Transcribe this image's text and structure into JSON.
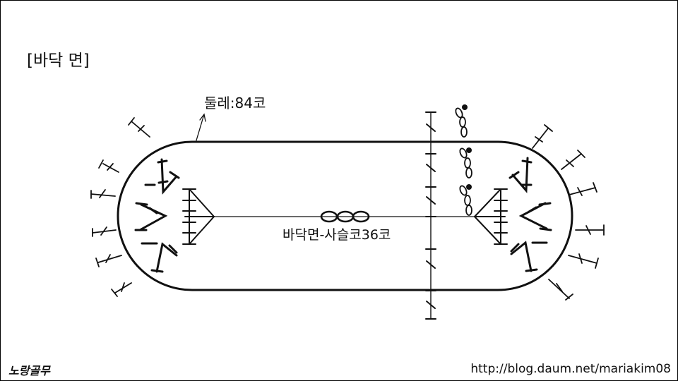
{
  "title": "[바닥 면]",
  "circumference_label": "둘레:84코",
  "chain_label": "바닥면-사슬코36코",
  "brand": "노랑골무",
  "url": "http://blog.daum.net/mariakim08",
  "colors": {
    "ink": "#111111",
    "background": "#ffffff"
  },
  "icons": [
    "chain-stitch-icon",
    "slip-stitch-icon",
    "double-crochet-icon",
    "half-double-crochet-icon"
  ]
}
